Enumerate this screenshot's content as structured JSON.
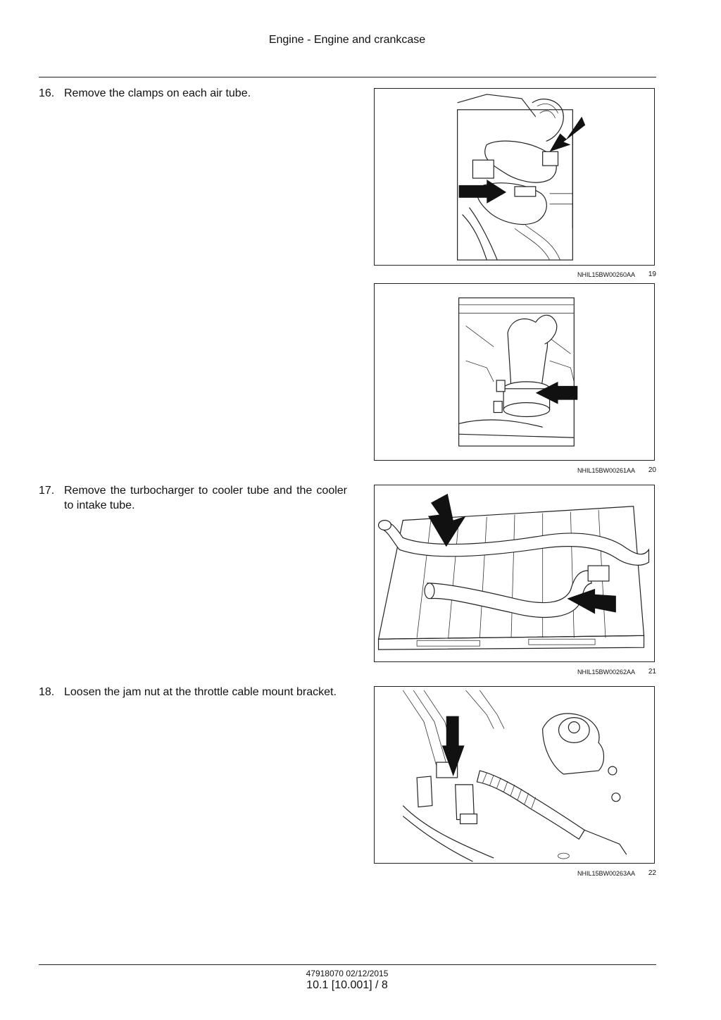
{
  "header": {
    "title": "Engine - Engine and crankcase"
  },
  "steps": [
    {
      "number": "16.",
      "text": "Remove the clamps on each air tube."
    },
    {
      "number": "17.",
      "text": "Remove the turbocharger to cooler tube and the cooler to intake tube."
    },
    {
      "number": "18.",
      "text": "Loosen the jam nut at the throttle cable mount bracket."
    }
  ],
  "figures": [
    {
      "code": "NHIL15BW00260AA",
      "number": "19"
    },
    {
      "code": "NHIL15BW00261AA",
      "number": "20"
    },
    {
      "code": "NHIL15BW00262AA",
      "number": "21"
    },
    {
      "code": "NHIL15BW00263AA",
      "number": "22"
    }
  ],
  "footer": {
    "doc": "47918070 02/12/2015",
    "page": "10.1 [10.001] / 8"
  }
}
